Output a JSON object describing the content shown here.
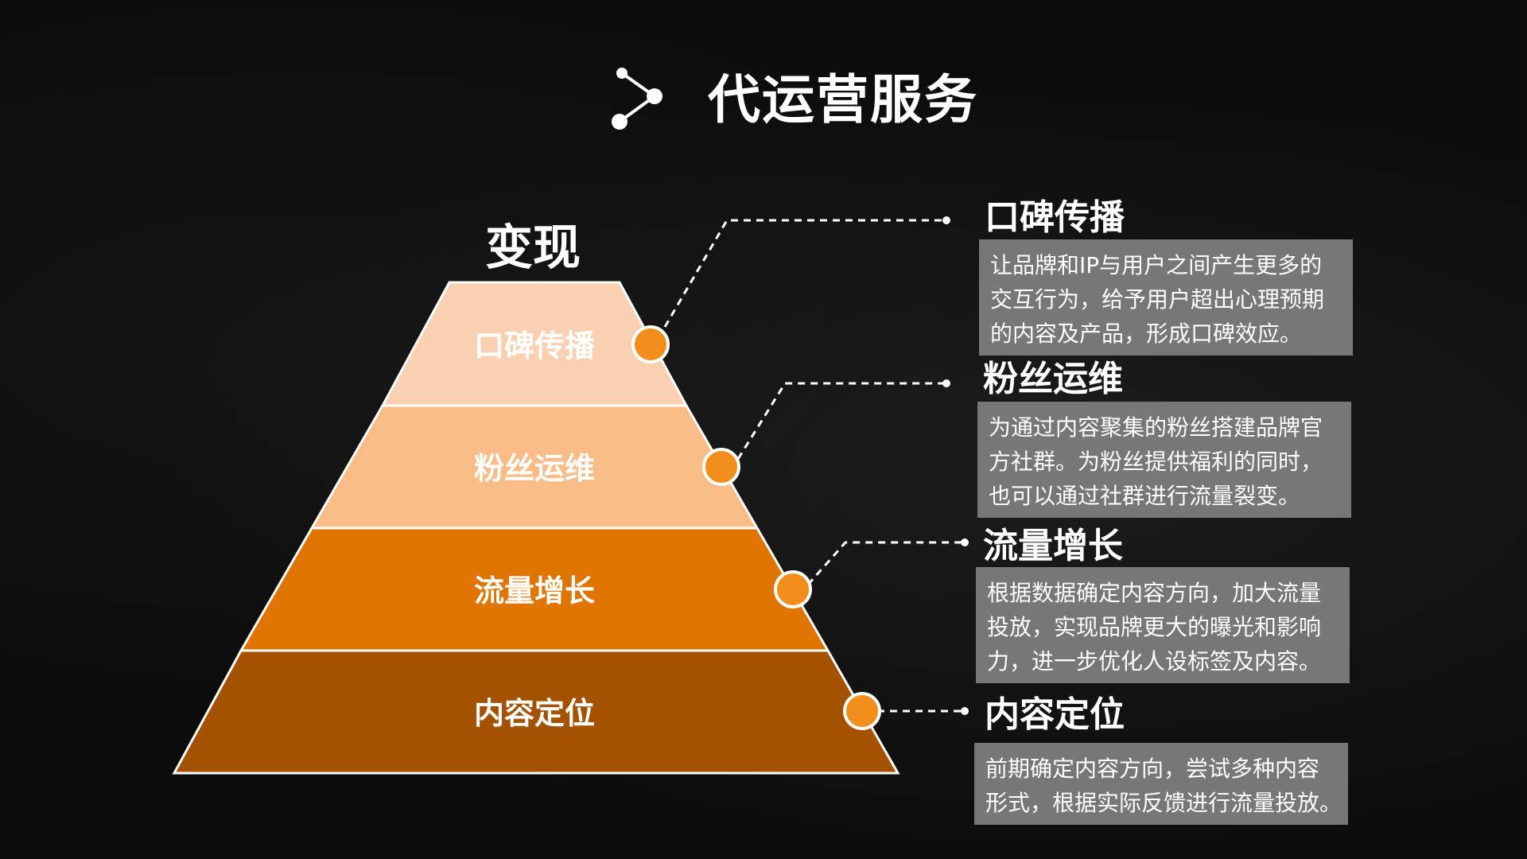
{
  "title": "代运营服务",
  "apex_label": "变现",
  "colors": {
    "background": "#0c0c0c",
    "tier1": "#f9d1b2",
    "tier2": "#fabc87",
    "tier3": "#e07400",
    "tier4": "#a55200",
    "marker": "#f28e1c",
    "desc_box": "#777777"
  },
  "tiers": [
    {
      "label": "口碑传播",
      "heading": "口碑传播",
      "desc": [
        "让品牌和IP与用户之间产生更多的",
        "交互行为，给予用户超出心理预期",
        "的内容及产品，形成口碑效应。"
      ]
    },
    {
      "label": "粉丝运维",
      "heading": "粉丝运维",
      "desc": [
        "为通过内容聚集的粉丝搭建品牌官",
        "方社群。为粉丝提供福利的同时，",
        "也可以通过社群进行流量裂变。"
      ]
    },
    {
      "label": "流量增长",
      "heading": "流量增长",
      "desc": [
        "根据数据确定内容方向，加大流量",
        "投放，实现品牌更大的曝光和影响",
        "力，进一步优化人设标签及内容。"
      ]
    },
    {
      "label": "内容定位",
      "heading": "内容定位",
      "desc": [
        "前期确定内容方向，尝试多种内容",
        "形式，根据实际反馈进行流量投放。"
      ]
    }
  ]
}
